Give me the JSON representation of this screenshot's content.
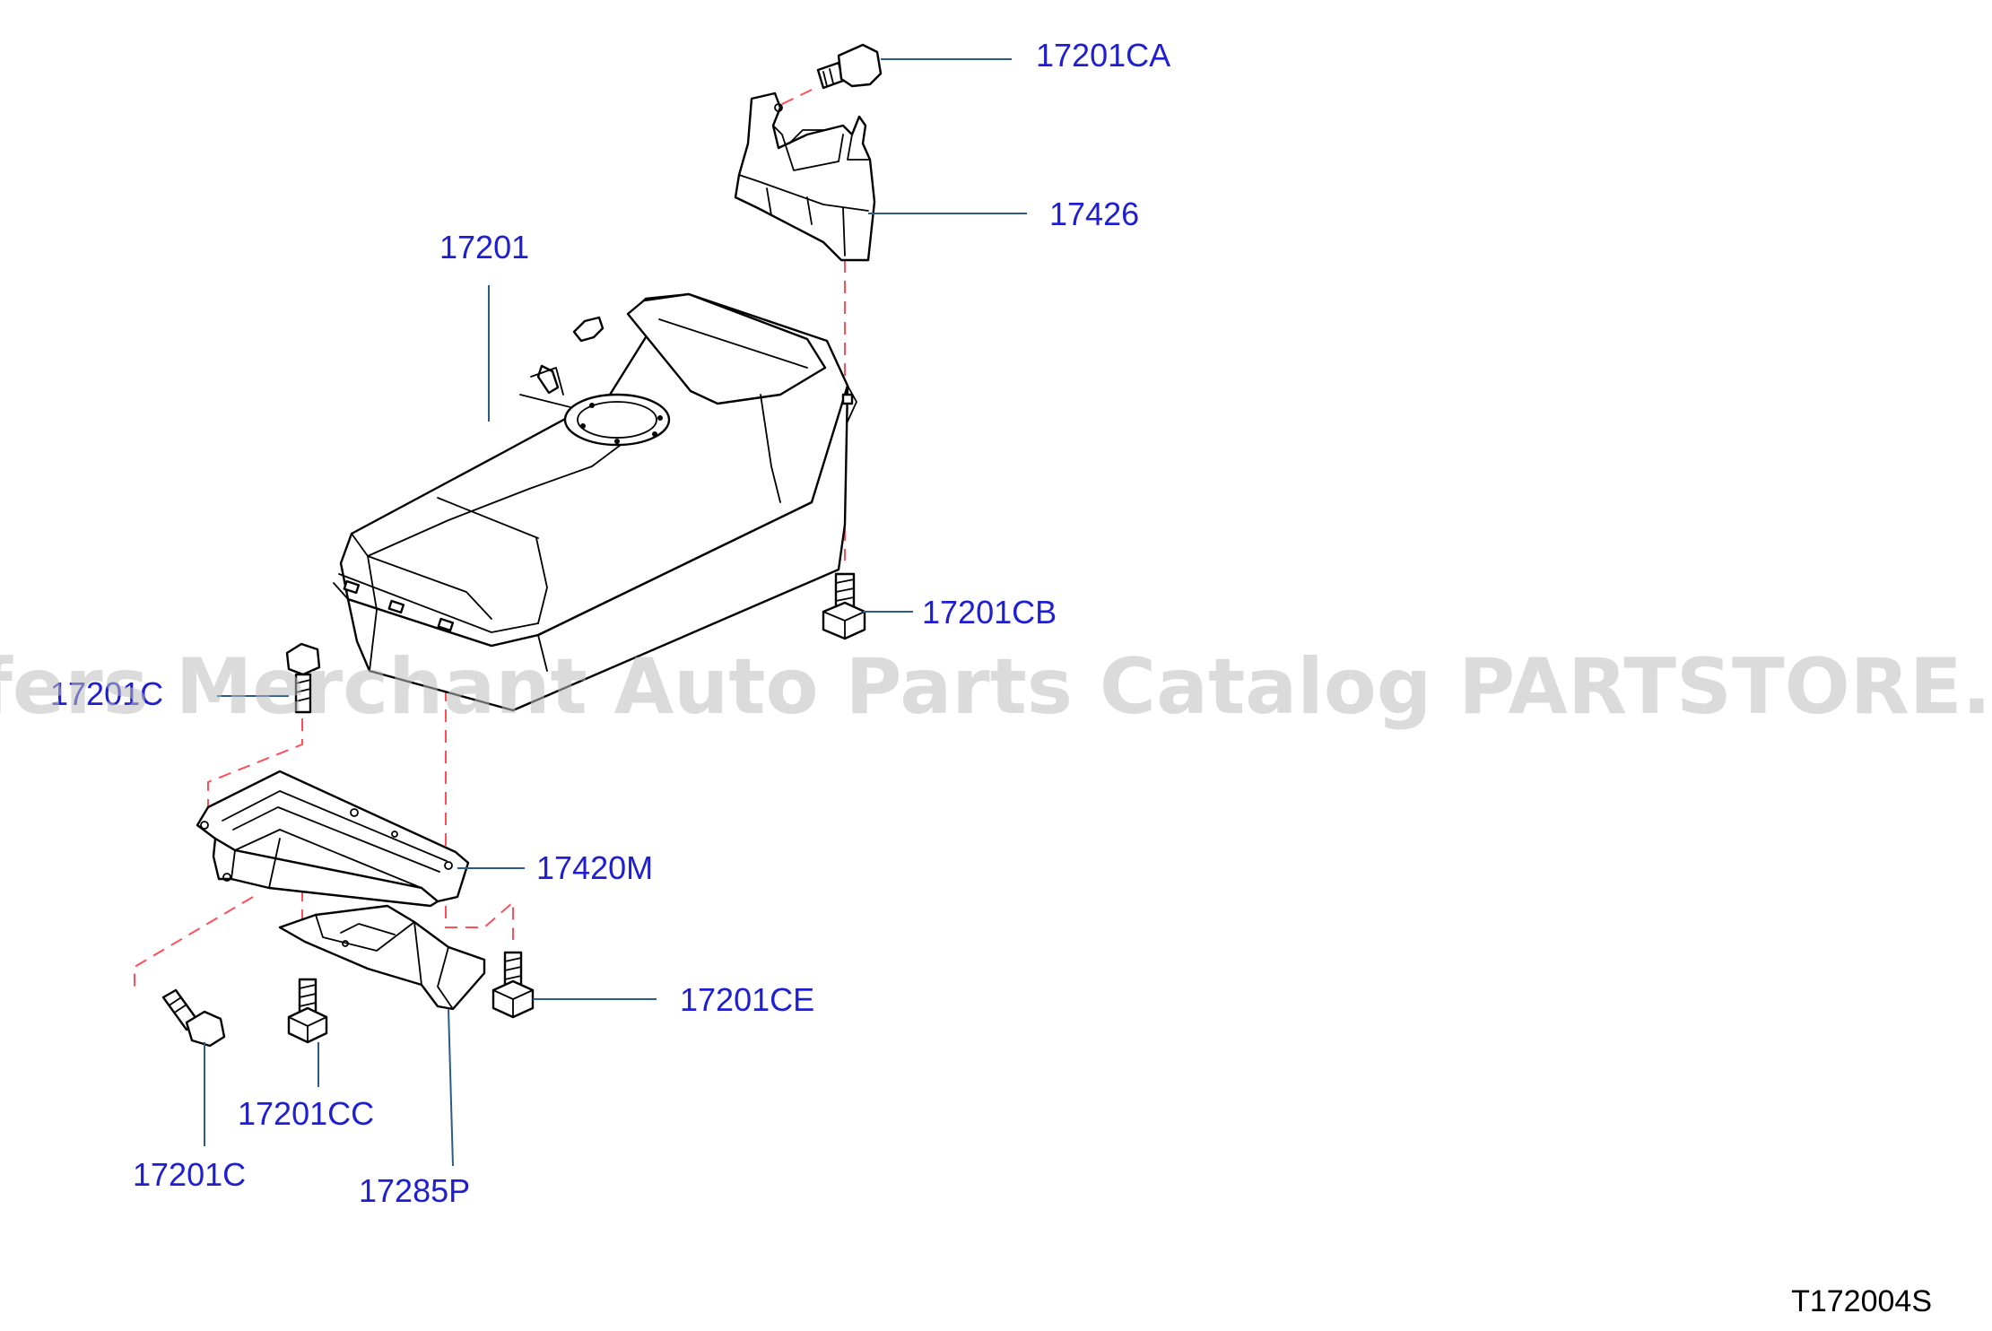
{
  "diagram_code": "T172004S",
  "watermark": "Offers Merchant Auto Parts Catalog PARTSTORE.SA",
  "colors": {
    "label": "#1e1ed2",
    "leader": "#2c5a8a",
    "guide": "#ff4d5a",
    "watermark": "#bdbdbd"
  },
  "labels": {
    "p17201CA": "17201CA",
    "p17426": "17426",
    "p17201": "17201",
    "p17201CB": "17201CB",
    "p17201C_upper": "17201C",
    "p17420M": "17420M",
    "p17201CE": "17201CE",
    "p17201CC": "17201CC",
    "p17201C_lower": "17201C",
    "p17285P": "17285P"
  }
}
